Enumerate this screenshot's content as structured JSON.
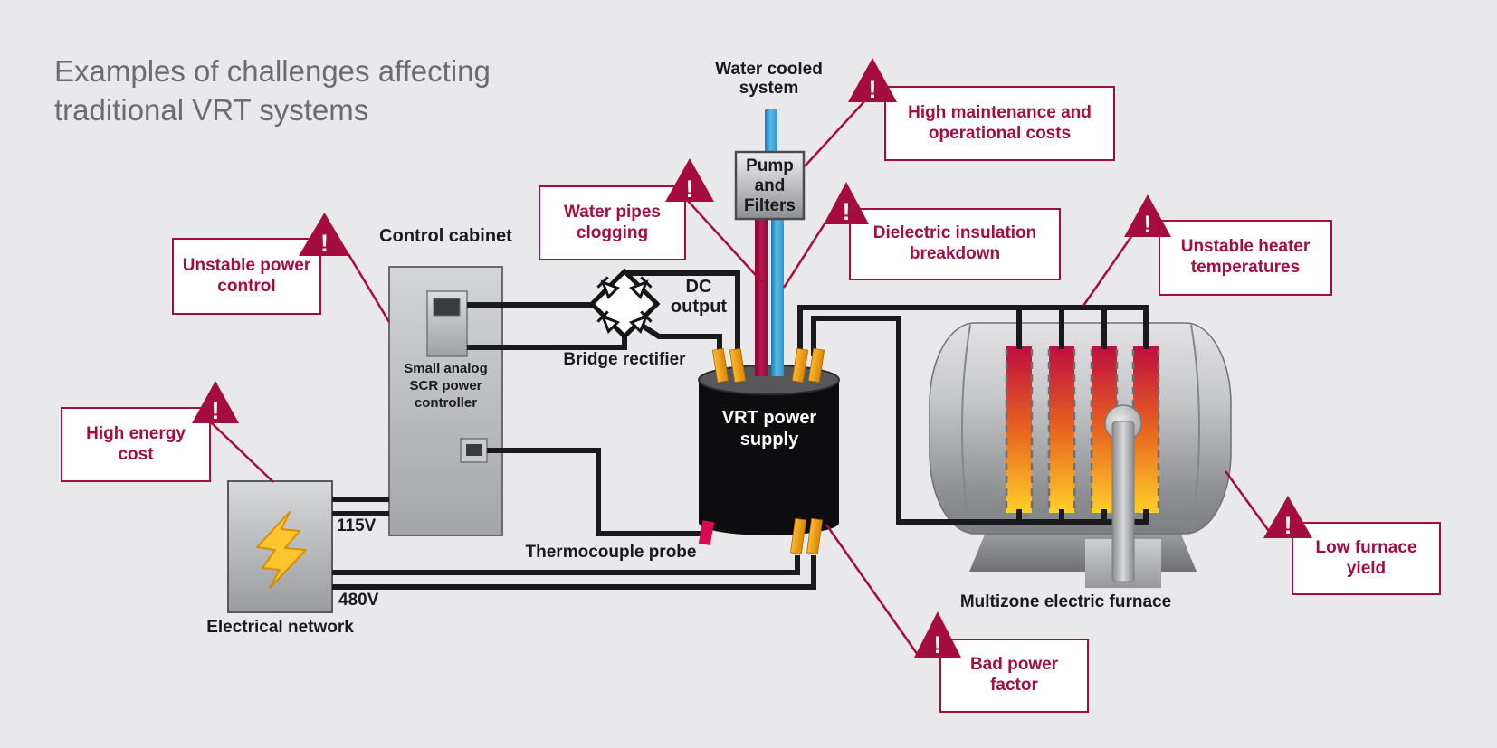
{
  "title": "Examples of challenges affecting traditional VRT systems",
  "warning_glyph": "!",
  "colors": {
    "background": "#e9e9eb",
    "accent_crimson": "#a50d3f",
    "wire_black": "#1a1a1c",
    "electrode_orange": "#f5a21c",
    "pipe_blue": "#45aede",
    "pipe_red": "#a81243",
    "heater_hot_top": "#be0d40",
    "heater_hot_bottom": "#ffd028",
    "lightning_yellow": "#ffc52e",
    "title_gray": "#6b6c6f"
  },
  "callouts": {
    "unstable_power": "Unstable power control",
    "high_energy": "High energy cost",
    "water_pipes": "Water pipes clogging",
    "high_maintenance": "High maintenance and operational costs",
    "dielectric": "Dielectric insulation breakdown",
    "unstable_heater": "Unstable heater temperatures",
    "low_yield": "Low furnace yield",
    "bad_power": "Bad power factor"
  },
  "labels": {
    "water_cooled_system": "Water cooled system",
    "pump": "Pump and Filters",
    "control_cabinet": "Control cabinet",
    "scr_controller": "Small analog SCR power controller",
    "dc_output": "DC output",
    "bridge_rectifier": "Bridge rectifier",
    "vrt_power_supply": "VRT power supply",
    "thermocouple": "Thermocouple probe",
    "voltage_115": "115V",
    "voltage_480": "480V",
    "electrical_network": "Electrical network",
    "furnace": "Multizone electric furnace"
  }
}
